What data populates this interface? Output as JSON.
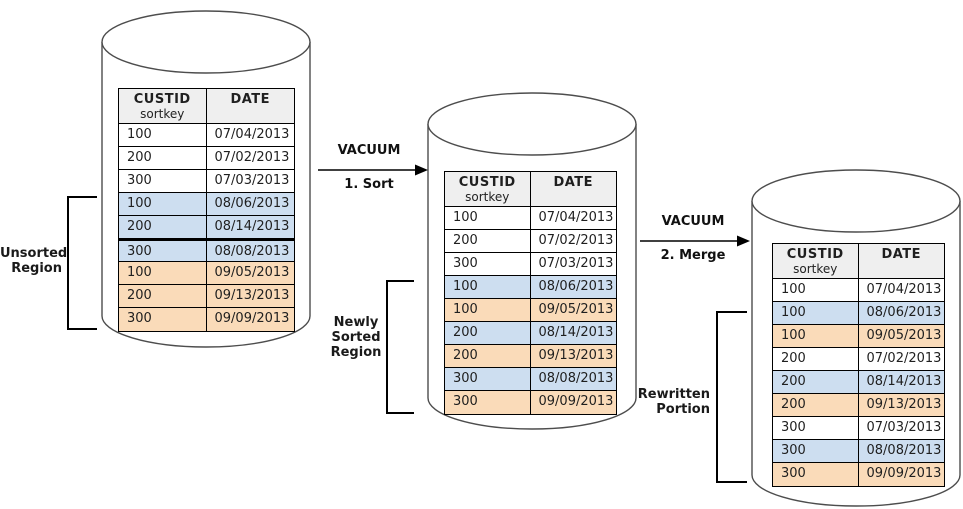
{
  "labels": {
    "vacuum_sort": {
      "title": "VACUUM",
      "step": "1. Sort"
    },
    "vacuum_merge": {
      "title": "VACUUM",
      "step": "2. Merge"
    },
    "unsorted_region": [
      "Unsorted",
      "Region"
    ],
    "newly_sorted_region": [
      "Newly",
      "Sorted",
      "Region"
    ],
    "rewritten_portion": [
      "Rewritten",
      "Portion"
    ]
  },
  "table_header": {
    "custid": "CUSTID",
    "sortkey": "sortkey",
    "date": "DATE"
  },
  "cylinders": [
    {
      "name": "before-vacuum",
      "rows": [
        {
          "custid": "100",
          "date": "07/04/2013",
          "region": "white"
        },
        {
          "custid": "200",
          "date": "07/02/2013",
          "region": "white"
        },
        {
          "custid": "300",
          "date": "07/03/2013",
          "region": "white"
        },
        {
          "custid": "100",
          "date": "08/06/2013",
          "region": "blue"
        },
        {
          "custid": "200",
          "date": "08/14/2013",
          "region": "blue"
        },
        {
          "custid": "300",
          "date": "08/08/2013",
          "region": "blue",
          "thick_top": true
        },
        {
          "custid": "100",
          "date": "09/05/2013",
          "region": "orange"
        },
        {
          "custid": "200",
          "date": "09/13/2013",
          "region": "orange"
        },
        {
          "custid": "300",
          "date": "09/09/2013",
          "region": "orange"
        }
      ]
    },
    {
      "name": "after-sort",
      "rows": [
        {
          "custid": "100",
          "date": "07/04/2013",
          "region": "white"
        },
        {
          "custid": "200",
          "date": "07/02/2013",
          "region": "white"
        },
        {
          "custid": "300",
          "date": "07/03/2013",
          "region": "white"
        },
        {
          "custid": "100",
          "date": "08/06/2013",
          "region": "blue"
        },
        {
          "custid": "100",
          "date": "09/05/2013",
          "region": "orange"
        },
        {
          "custid": "200",
          "date": "08/14/2013",
          "region": "blue"
        },
        {
          "custid": "200",
          "date": "09/13/2013",
          "region": "orange"
        },
        {
          "custid": "300",
          "date": "08/08/2013",
          "region": "blue"
        },
        {
          "custid": "300",
          "date": "09/09/2013",
          "region": "orange"
        }
      ]
    },
    {
      "name": "after-merge",
      "rows": [
        {
          "custid": "100",
          "date": "07/04/2013",
          "region": "white"
        },
        {
          "custid": "100",
          "date": "08/06/2013",
          "region": "blue"
        },
        {
          "custid": "100",
          "date": "09/05/2013",
          "region": "orange"
        },
        {
          "custid": "200",
          "date": "07/02/2013",
          "region": "white"
        },
        {
          "custid": "200",
          "date": "08/14/2013",
          "region": "blue"
        },
        {
          "custid": "200",
          "date": "09/13/2013",
          "region": "orange"
        },
        {
          "custid": "300",
          "date": "07/03/2013",
          "region": "white"
        },
        {
          "custid": "300",
          "date": "08/08/2013",
          "region": "blue"
        },
        {
          "custid": "300",
          "date": "09/09/2013",
          "region": "orange"
        }
      ]
    }
  ],
  "colors": {
    "row_blue": "#CDDEF0",
    "row_orange": "#FADBB9",
    "header_bg": "#EFEFEF",
    "line": "#000000",
    "cylinder_stroke": "#4D4D4D"
  }
}
